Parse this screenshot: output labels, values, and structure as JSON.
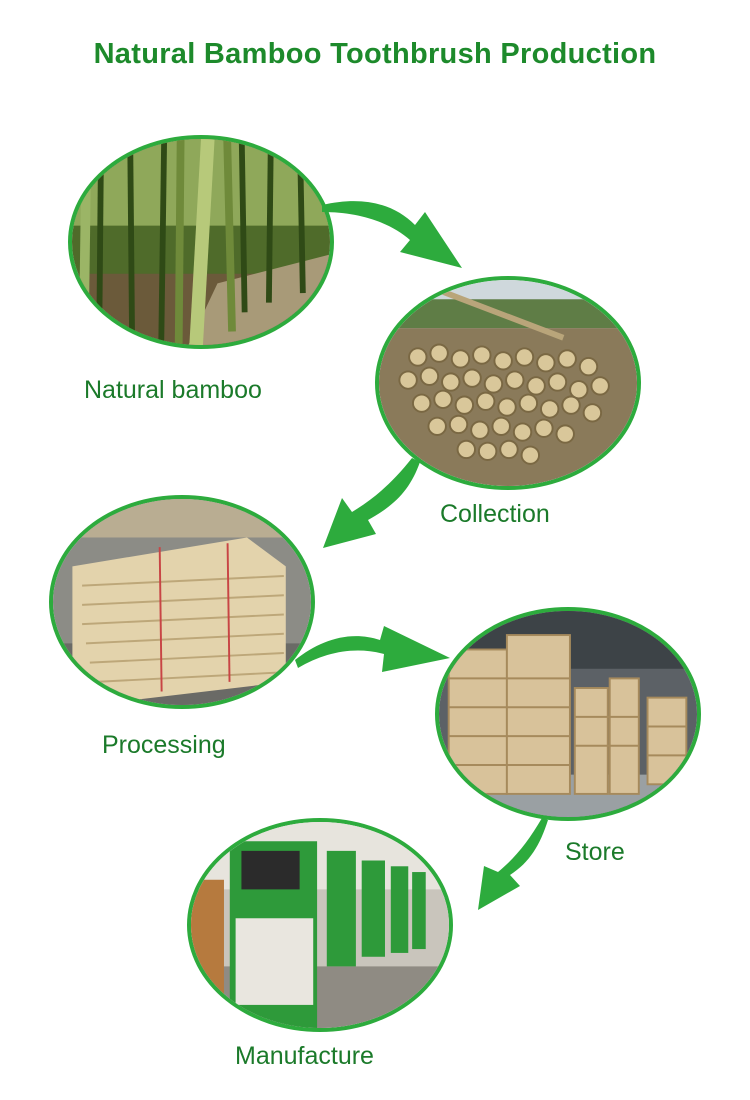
{
  "title": "Natural Bamboo Toothbrush Production",
  "colors": {
    "title": "#1d8a2b",
    "label": "#1b7a2a",
    "ring": "#2dab3d",
    "arrow": "#2dab3d"
  },
  "steps": [
    {
      "label": "Natural bamboo",
      "image": "bamboo-forest"
    },
    {
      "label": "Collection",
      "image": "bamboo-pole-pile"
    },
    {
      "label": "Processing",
      "image": "stacked-bamboo-strips"
    },
    {
      "label": "Store",
      "image": "warehouse-stacks"
    },
    {
      "label": "Manufacture",
      "image": "factory-machines"
    }
  ]
}
